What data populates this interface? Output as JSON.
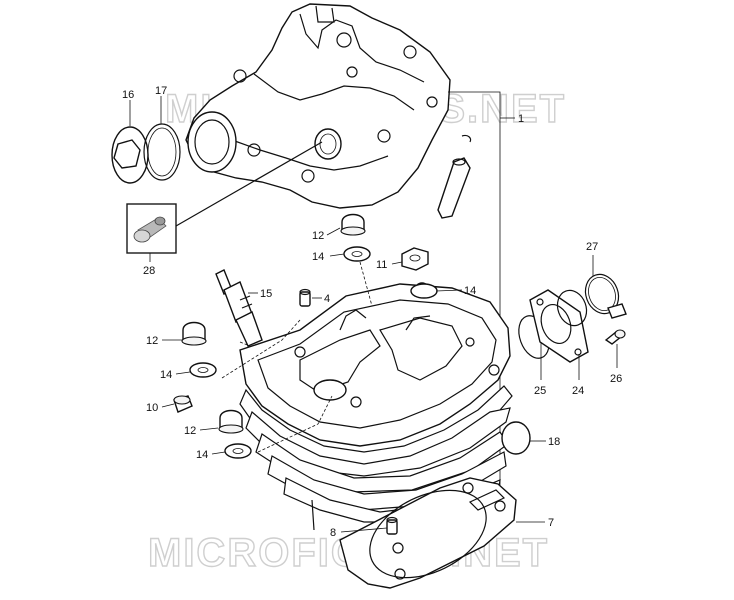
{
  "watermark": {
    "top": "MICROFICHES.NET",
    "bottom": "MICROFICHES.NET"
  },
  "callouts": [
    {
      "id": "c1",
      "label": "1"
    },
    {
      "id": "c7",
      "label": "7"
    },
    {
      "id": "c8",
      "label": "8"
    },
    {
      "id": "c10",
      "label": "10"
    },
    {
      "id": "c11",
      "label": "11"
    },
    {
      "id": "c12a",
      "label": "12"
    },
    {
      "id": "c12b",
      "label": "12"
    },
    {
      "id": "c12c",
      "label": "12"
    },
    {
      "id": "c14a",
      "label": "14"
    },
    {
      "id": "c14b",
      "label": "14"
    },
    {
      "id": "c14c",
      "label": "14"
    },
    {
      "id": "c14d",
      "label": "14"
    },
    {
      "id": "c15",
      "label": "15"
    },
    {
      "id": "c4",
      "label": "4"
    },
    {
      "id": "c16",
      "label": "16"
    },
    {
      "id": "c17",
      "label": "17"
    },
    {
      "id": "c18",
      "label": "18"
    },
    {
      "id": "c24",
      "label": "24"
    },
    {
      "id": "c25",
      "label": "25"
    },
    {
      "id": "c26",
      "label": "26"
    },
    {
      "id": "c27",
      "label": "27"
    },
    {
      "id": "c28",
      "label": "28"
    }
  ],
  "colors": {
    "line": "#111111",
    "watermark": "#cfcfcf",
    "photo_frame": "#1a1a1a"
  }
}
